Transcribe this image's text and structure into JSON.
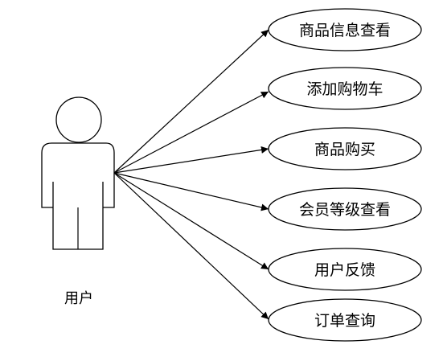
{
  "actor": {
    "label": "用户"
  },
  "use_cases": [
    {
      "label": "商品信息查看"
    },
    {
      "label": "添加购物车"
    },
    {
      "label": "商品购买"
    },
    {
      "label": "会员等级查看"
    },
    {
      "label": "用户反馈"
    },
    {
      "label": "订单查询"
    }
  ]
}
